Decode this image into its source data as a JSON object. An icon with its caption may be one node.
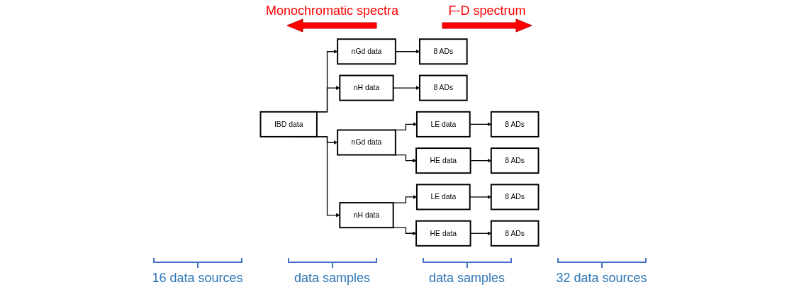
{
  "diagram": {
    "nodes": [
      {
        "text": [
          "IBD data"
        ]
      },
      {
        "text": [
          "nGd data"
        ]
      },
      {
        "text": [
          "nH data"
        ]
      },
      {
        "text": [
          "8 ADs"
        ]
      },
      {
        "text": [
          "8 ADs"
        ]
      },
      {
        "text": [
          "nGd data"
        ]
      },
      {
        "text": [
          "nH data"
        ]
      },
      {
        "text": [
          "LE data"
        ]
      },
      {
        "text": [
          "HE data"
        ]
      },
      {
        "text": [
          "LE data"
        ]
      },
      {
        "text": [
          "HE data"
        ]
      },
      {
        "text": [
          "8 ADs"
        ]
      },
      {
        "text": [
          "8 ADs"
        ]
      },
      {
        "text": [
          "8 ADs"
        ]
      },
      {
        "text": [
          "8 ADs"
        ]
      }
    ],
    "edges": [
      {
        "from": 0,
        "to": 1,
        "arrow": "to"
      },
      {
        "from": 0,
        "to": 2,
        "arrow": "to"
      },
      {
        "from": 1,
        "to": 3,
        "arrow": "to"
      },
      {
        "from": 2,
        "to": 4,
        "arrow": "to"
      },
      {
        "from": 0,
        "to": 5,
        "arrow": "to"
      },
      {
        "from": 0,
        "to": 6,
        "arrow": "to"
      },
      {
        "from": 5,
        "to": 7,
        "arrow": "to"
      },
      {
        "from": 5,
        "to": 8,
        "arrow": "to"
      },
      {
        "from": 6,
        "to": 9,
        "arrow": "to"
      },
      {
        "from": 6,
        "to": 10,
        "arrow": "to"
      },
      {
        "from": 7,
        "to": 11,
        "arrow": "to"
      },
      {
        "from": 8,
        "to": 12,
        "arrow": "to"
      },
      {
        "from": 9,
        "to": 13,
        "arrow": "to"
      },
      {
        "from": 10,
        "to": 14,
        "arrow": "to"
      }
    ],
    "labels": [
      "Monochromatic spectra",
      "F-D spectrum",
      "16 data sources",
      "data samples",
      "data samples",
      "32 data sources"
    ]
  }
}
